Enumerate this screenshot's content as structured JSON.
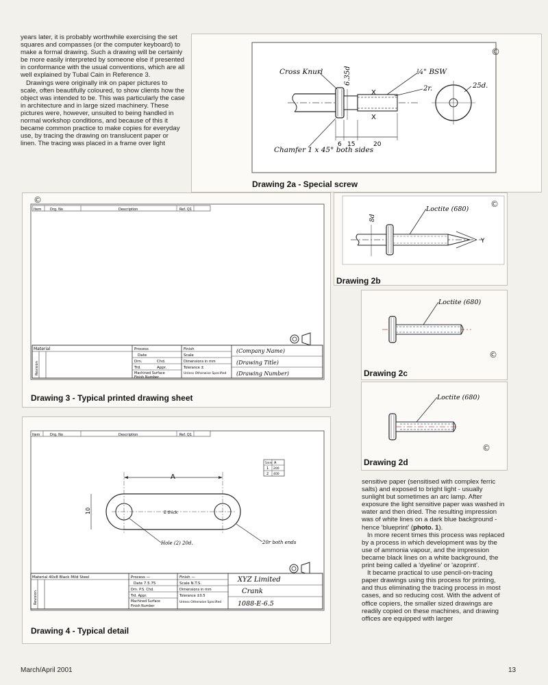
{
  "left_column_text": [
    "years later, it is probably worthwhile exercising the set squares and compasses (or the computer keyboard) to make a formal drawing. Such a drawing will be certainly be more easily interpreted by someone else if presented in conformance with the usual conventions, which are all well explained by Tubal Cain in Reference 3.",
    "Drawings were originally ink on paper pictures to scale, often beautifully coloured, to show clients how the object was intended to be. This was particularly the case in architecture and in large sized machinery. These pictures were, however, unsuited to being handled in normal workshop conditions, and because of this it became common practice to make copies for everyday use, by tracing the drawing on translucent paper or linen. The tracing was placed in a frame over light"
  ],
  "right_column_text": {
    "p1_start": "sensitive paper (sensitised with complex ferric salts) and exposed to bright light - usually sunlight but sometimes an arc lamp. After exposure the light sensitive paper was washed in water and then dried. The resulting impression was of white lines on a dark blue background - hence 'blueprint' (",
    "p1_bold": "photo. 1",
    "p1_end": ").",
    "p2": "In more recent times this process was replaced by a process in which development was by the use of ammonia vapour, and the impression became black lines on a white background, the print being called a 'dyeline' or 'azoprint'.",
    "p3": "It became practical to use pencil-on-tracing paper drawings using this process for printing, and thus eliminating the tracing process in most cases, and so reducing cost. With the advent of office copiers, the smaller sized drawings are readily copied on these machines, and drawing offices are equipped with larger"
  },
  "captions": {
    "drawing_2a": "Drawing 2a - Special screw",
    "drawing_2b": "Drawing 2b",
    "drawing_2c": "Drawing 2c",
    "drawing_2d": "Drawing 2d",
    "drawing_3": "Drawing 3 - Typical printed drawing sheet",
    "drawing_4": "Drawing 4 - Typical detail"
  },
  "copyright_symbol": "©",
  "drawing_2a_labels": {
    "cross_knurl": "Cross Knurl",
    "dia_635": "6.35d",
    "bsw": "¼\" BSW",
    "r2": "2r.",
    "d25": "25d.",
    "x": "X",
    "dim6": "6",
    "dim15": "15",
    "dim20": "20",
    "chamfer": "Chamfer 1 x 45° both sides"
  },
  "drawing_2b_labels": {
    "d8": "8d",
    "loctite": "Loctite (680)",
    "y": "Y"
  },
  "drawing_2c_labels": {
    "loctite": "Loctite (680)"
  },
  "drawing_2d_labels": {
    "loctite": "Loctite (680)"
  },
  "sheet_header": {
    "item": "Item",
    "drg_no": "Drg. No",
    "description": "Description",
    "ref": "Ref. Q1"
  },
  "drawing_3_title_block": {
    "material": "Material",
    "revision": "Revision",
    "process": "Process",
    "date": "Date",
    "drn": "Drn.",
    "chd": "Chd.",
    "trd": "Trd.",
    "appr": "Appr.",
    "machined_surface": "Machined Surface",
    "finish_number": "Finish Number",
    "finish": "Finish",
    "scale": "Scale",
    "dimensions": "Dimensions in mm",
    "tolerance": "Tolerance ±",
    "unless": "Unless Otherwise Specified",
    "company": "(Company Name)",
    "drawing_title": "(Drawing Title)",
    "drawing_number": "(Drawing Number)"
  },
  "drawing_4_labels": {
    "dim_a": "A",
    "dim_10": "10",
    "thick": "E thick",
    "hole": "Hole (2) 20d.",
    "radius": "20r both ends",
    "table_r1": [
      "5mm",
      "A"
    ],
    "table_r2": [
      "1",
      "200"
    ],
    "table_r3": [
      "2",
      "400"
    ]
  },
  "drawing_4_title_block": {
    "material": "Material 40x8 Black Mild Steel",
    "process": "Process —",
    "date": "Date 7.5.75",
    "drn": "Drn. P.S. Chd.",
    "trd": "Trd. Appr.",
    "finish": "Finish —",
    "scale": "Scale N.T.S.",
    "dims": "Dimensions in mm",
    "tolerance": "Tolerance ±0.5",
    "unless": "Unless Otherwise Specified",
    "company": "XYZ Limited",
    "title": "Crank",
    "number": "1088-E-6.5"
  },
  "footer": {
    "issue": "March/April 2001",
    "page": "13"
  }
}
